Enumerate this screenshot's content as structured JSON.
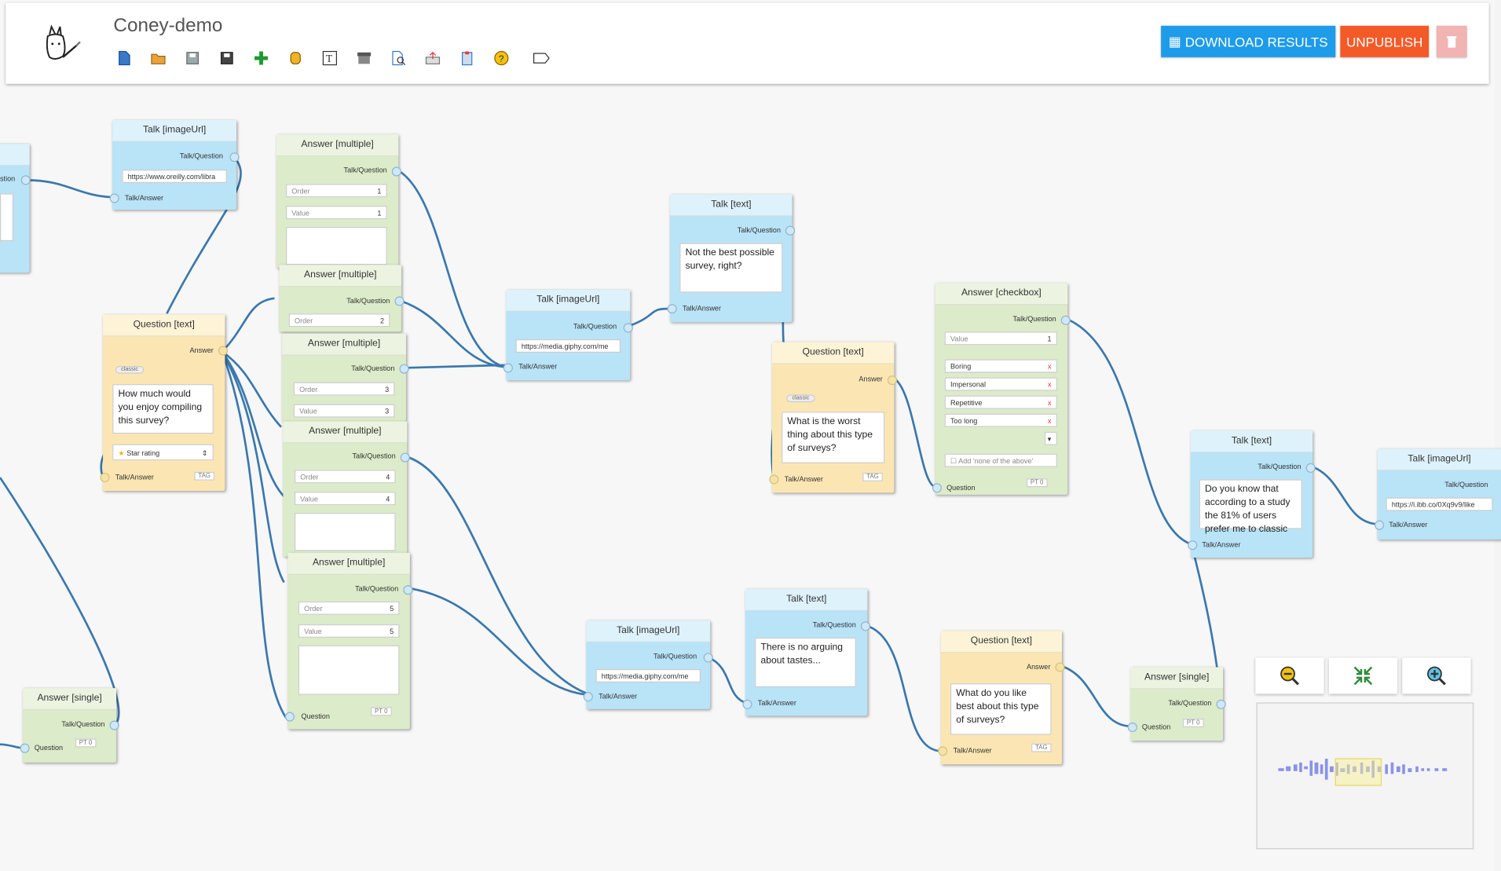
{
  "app": {
    "title": "Coney-demo"
  },
  "toolbar": {
    "tools": [
      "new-file-icon",
      "open-folder-icon",
      "save-icon",
      "save-as-icon",
      "add-icon",
      "puzzle-icon",
      "text-box-icon",
      "archive-icon",
      "preview-icon",
      "publish-icon",
      "clipboard-icon",
      "help-icon",
      "label-icon"
    ]
  },
  "buttons": {
    "download": "DOWNLOAD RESULTS",
    "unpublish": "UNPUBLISH"
  },
  "ports": {
    "tq": "Talk/Question",
    "ta": "Talk/Answer",
    "answer": "Answer",
    "question": "Question",
    "stion": "stion"
  },
  "labels": {
    "order": "Order",
    "value": "Value",
    "classic": "classic",
    "tag": "TAG",
    "pt": "PT",
    "zero": "0"
  },
  "nodes": {
    "t1": {
      "title": "Talk [imageUrl]",
      "url": "https://www.oreilly.com/libra"
    },
    "q1": {
      "title": "Question [text]",
      "text": "How much would you enjoy compiling this survey?",
      "rating": "Star rating"
    },
    "a1": {
      "title": "Answer [multiple]",
      "order": "1",
      "value": "1"
    },
    "a2": {
      "title": "Answer [multiple]",
      "order": "2"
    },
    "a3": {
      "title": "Answer [multiple]",
      "order": "3",
      "value": "3"
    },
    "a4": {
      "title": "Answer [multiple]",
      "order": "4",
      "value": "4"
    },
    "a5": {
      "title": "Answer [multiple]",
      "order": "5",
      "value": "5"
    },
    "t2": {
      "title": "Talk [imageUrl]",
      "url": "https://media.giphy.com/me"
    },
    "t3": {
      "title": "Talk [text]",
      "text": "Not the best possible survey, right?"
    },
    "q2": {
      "title": "Question [text]",
      "text": "What is the worst thing about this type of surveys?"
    },
    "cb": {
      "title": "Answer [checkbox]",
      "value": "1",
      "options": [
        "Boring",
        "Impersonal",
        "Repetitive",
        "Too long"
      ],
      "none": "Add 'none of the above'"
    },
    "t4": {
      "title": "Talk [text]",
      "text": "Do you know that according to a study the 81% of users prefer me to classic"
    },
    "t5": {
      "title": "Talk [imageUrl]",
      "url": "https://i.ibb.co/0Xq9v9/like"
    },
    "t6": {
      "title": "Talk [imageUrl]",
      "url": "https://media.giphy.com/me"
    },
    "t7": {
      "title": "Talk [text]",
      "text": "There is no arguing about tastes..."
    },
    "q3": {
      "title": "Question [text]",
      "text": "What do you like best about this type of surveys?"
    },
    "as1": {
      "title": "Answer [single]"
    },
    "as2": {
      "title": "Answer [single]"
    }
  }
}
